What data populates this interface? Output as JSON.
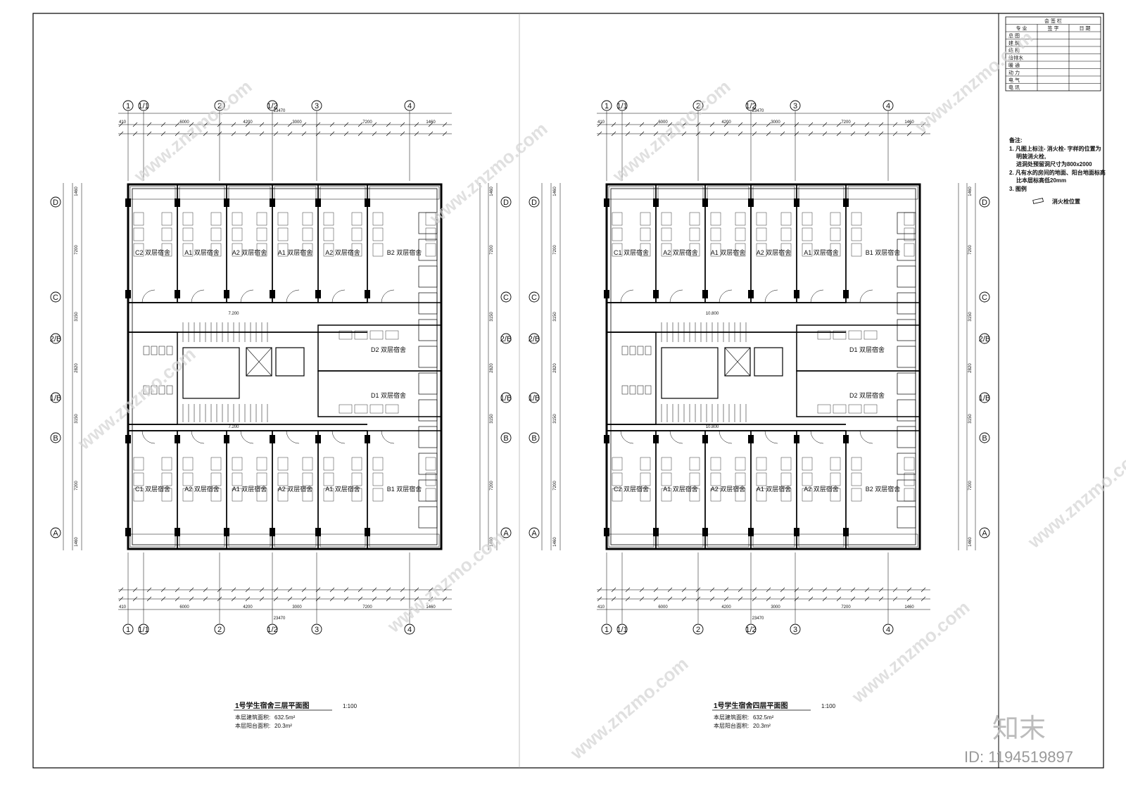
{
  "signature_table": {
    "header": "会 签 栏",
    "col_headers": [
      "专 业",
      "签 字",
      "日 期"
    ],
    "rows": [
      "总 图",
      "建 筑",
      "结 构",
      "给排水",
      "暖 通",
      "动 力",
      "电 气",
      "电 讯"
    ]
  },
  "notes": {
    "title": "备注:",
    "items": [
      "1. 凡图上标注- 消火栓- 字样的位置为",
      "明装消火栓,",
      "进洞处预留洞尺寸为800x2000",
      "2. 凡有水的房间的地面、阳台地面标高",
      "比本层标高低20mm",
      "3. 图例"
    ],
    "legend": "消火栓位置"
  },
  "plans": [
    {
      "title": "1号学生宿舍三层平面图",
      "scale": "1:100",
      "area1_label": "本层建筑面积:",
      "area1_value": "632.5m²",
      "area2_label": "本层阳台面积:",
      "area2_value": "20.3m²",
      "top_rooms": [
        "C2 双层宿舍",
        "A1 双层宿舍",
        "A2 双层宿舍",
        "A1 双层宿舍",
        "A2 双层宿舍",
        "B2 双层宿舍"
      ],
      "bottom_rooms": [
        "C1 双层宿舍",
        "A2 双层宿舍",
        "A1 双层宿舍",
        "A2 双层宿舍",
        "A1 双层宿舍",
        "B1 双层宿舍"
      ],
      "mid_rooms": [
        "D2 双层宿舍",
        "D1 双层宿舍"
      ],
      "corridor_length": "7.200"
    },
    {
      "title": "1号学生宿舍四层平面图",
      "scale": "1:100",
      "area1_label": "本层建筑面积:",
      "area1_value": "632.5m²",
      "area2_label": "本层阳台面积:",
      "area2_value": "20.3m²",
      "top_rooms": [
        "C1 双层宿舍",
        "A2 双层宿舍",
        "A1 双层宿舍",
        "A2 双层宿舍",
        "A1 双层宿舍",
        "B1 双层宿舍"
      ],
      "bottom_rooms": [
        "C2 双层宿舍",
        "A1 双层宿舍",
        "A2 双层宿舍",
        "A1 双层宿舍",
        "A2 双层宿舍",
        "B2 双层宿舍"
      ],
      "mid_rooms": [
        "D1 双层宿舍",
        "D2 双层宿舍"
      ],
      "corridor_length": "10.800"
    }
  ],
  "axes": {
    "columns": [
      "1",
      "1/1",
      "2",
      "1/2",
      "3",
      "4"
    ],
    "rows": [
      "D",
      "C",
      "2/B",
      "1/B",
      "B",
      "A"
    ]
  },
  "dimensions": {
    "total": "23470",
    "bays": [
      "410",
      "6000",
      "4200",
      "3000",
      "7200",
      "1460"
    ],
    "left_side": [
      "1460",
      "7200",
      "3150",
      "2820",
      "3150",
      "7200",
      "1460"
    ]
  },
  "watermark": {
    "text": "www.znzmo.com",
    "brand": "知末",
    "id": "ID: 1194519897"
  }
}
